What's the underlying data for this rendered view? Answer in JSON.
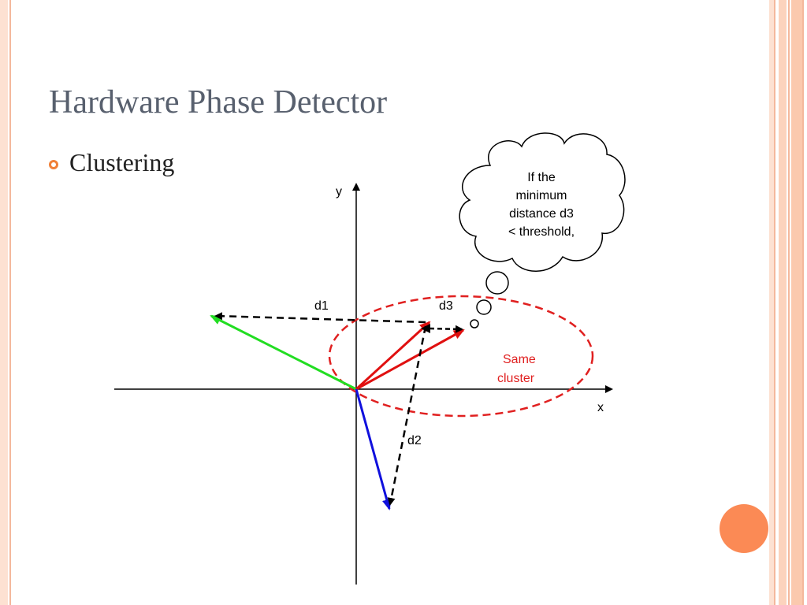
{
  "slide": {
    "title": "Hardware Phase Detector",
    "bullet": "Clustering"
  },
  "diagram": {
    "axis_y_label": "y",
    "axis_x_label": "x",
    "d1_label": "d1",
    "d2_label": "d2",
    "d3_label": "d3",
    "cluster_label_line1": "Same",
    "cluster_label_line2": "cluster",
    "thought_lines": [
      "If the",
      "minimum",
      "distance d3",
      "< threshold,"
    ]
  },
  "colors": {
    "title": "#58606e",
    "bullet": "#f08038",
    "accent_circle": "#fb8a55",
    "green_vector": "#22dd22",
    "red_vector": "#e01010",
    "blue_vector": "#1010dd",
    "cluster_ellipse": "#e02020"
  }
}
